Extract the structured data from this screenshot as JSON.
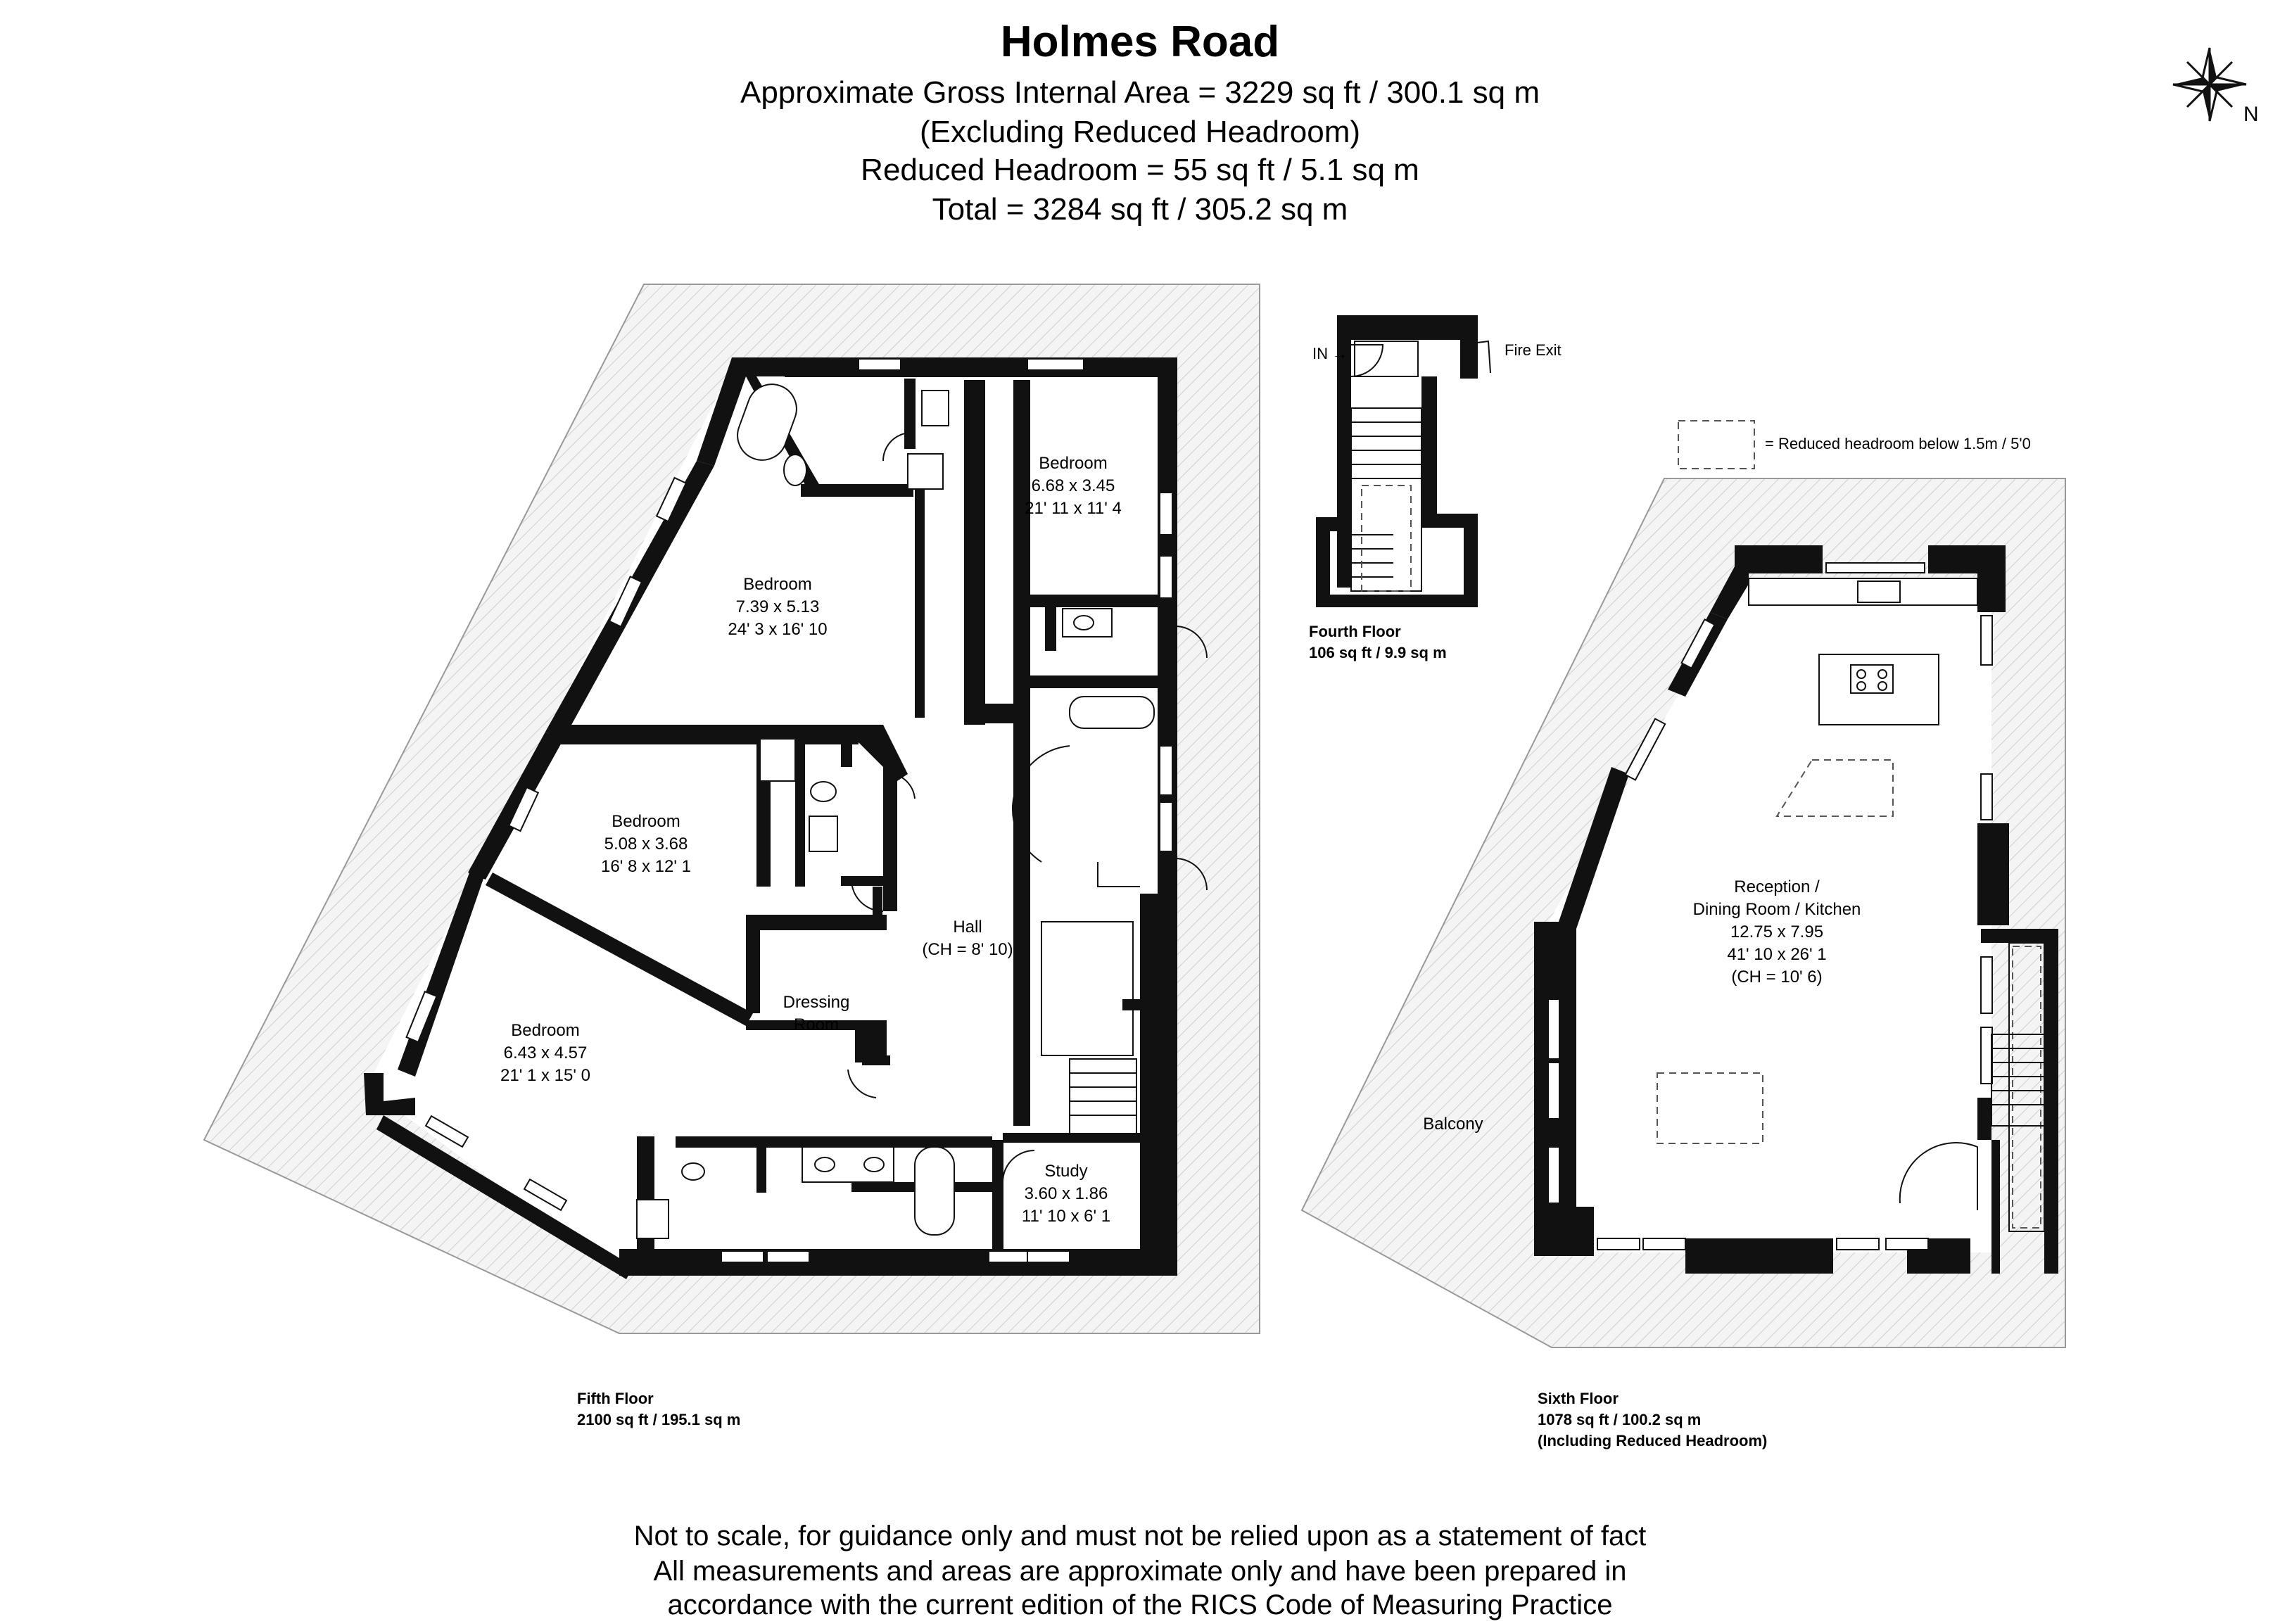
{
  "header": {
    "title": "Holmes Road",
    "lines": [
      "Approximate Gross Internal Area = 3229 sq ft / 300.1 sq m",
      "(Excluding Reduced Headroom)",
      "Reduced Headroom = 55 sq ft / 5.1 sq m",
      "Total = 3284 sq ft / 305.2 sq m"
    ]
  },
  "compass": {
    "label": "N"
  },
  "legend": {
    "text": "= Reduced headroom below 1.5m / 5'0"
  },
  "fourth_floor": {
    "name": "Fourth Floor",
    "area": "106 sq ft / 9.9 sq m",
    "in_label": "IN",
    "fire_exit": "Fire Exit"
  },
  "fifth_floor": {
    "name": "Fifth Floor",
    "area": "2100 sq ft / 195.1 sq m",
    "rooms": {
      "bedroom_ne": {
        "name": "Bedroom",
        "metric": "6.68 x 3.45",
        "imperial": "21' 11 x 11' 4"
      },
      "bedroom_n": {
        "name": "Bedroom",
        "metric": "7.39 x 5.13",
        "imperial": "24' 3 x 16' 10"
      },
      "bedroom_w": {
        "name": "Bedroom",
        "metric": "5.08 x 3.68",
        "imperial": "16' 8 x 12' 1"
      },
      "bedroom_sw": {
        "name": "Bedroom",
        "metric": "6.43 x 4.57",
        "imperial": "21' 1 x 15' 0"
      },
      "hall": {
        "name": "Hall",
        "ceiling": "(CH = 8' 10)"
      },
      "dressing": {
        "line1": "Dressing",
        "line2": "Room"
      },
      "study": {
        "name": "Study",
        "metric": "3.60 x 1.86",
        "imperial": "11' 10 x 6' 1"
      }
    }
  },
  "sixth_floor": {
    "name": "Sixth Floor",
    "area": "1078 sq ft / 100.2 sq m",
    "note": "(Including Reduced Headroom)",
    "balcony": "Balcony",
    "reception": {
      "line1": "Reception /",
      "line2": "Dining Room / Kitchen",
      "metric": "12.75 x 7.95",
      "imperial": "41' 10 x 26' 1",
      "ceiling": "(CH = 10' 6)"
    }
  },
  "footer": {
    "lines": [
      "Not to scale, for guidance only and must not be relied upon as a statement of fact",
      "All measurements and areas are approximate only and have been prepared in",
      "accordance with the current edition of the RICS Code of Measuring Practice"
    ]
  }
}
